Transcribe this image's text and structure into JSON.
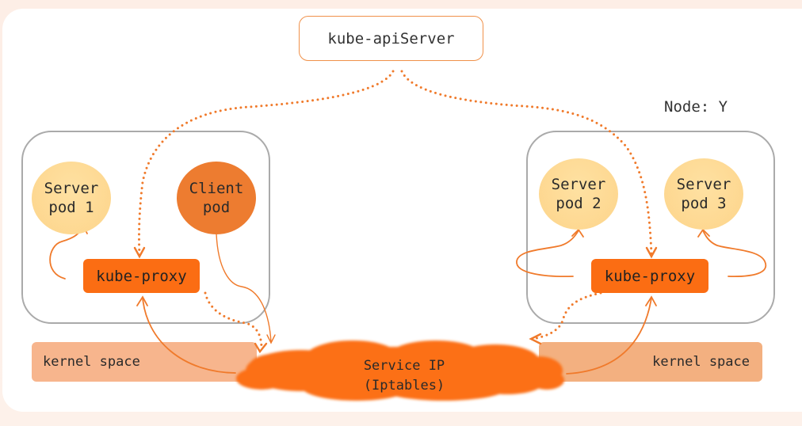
{
  "api_server": {
    "label": "kube-apiServer"
  },
  "nodes": [
    {
      "id": "left",
      "label": "",
      "pods": [
        {
          "type": "server",
          "line1": "Server",
          "line2": "pod 1"
        },
        {
          "type": "client",
          "line1": "Client",
          "line2": "pod"
        }
      ],
      "proxy_label": "kube-proxy",
      "kernel_label": "kernel space"
    },
    {
      "id": "right",
      "label": "Node: Y",
      "pods": [
        {
          "type": "server",
          "line1": "Server",
          "line2": "pod 2"
        },
        {
          "type": "server",
          "line1": "Server",
          "line2": "pod 3"
        }
      ],
      "proxy_label": "kube-proxy",
      "kernel_label": "kernel space"
    }
  ],
  "service": {
    "line1": "Service IP",
    "line2": "(Iptables)"
  },
  "colors": {
    "accent": "#f07a2b",
    "proxy": "#fb6d13",
    "client_pod": "#ed7c30",
    "server_pod": "#fdd48a",
    "kernel": "#f7b58d",
    "cloud": "#fc7014",
    "node_border": "#aaaaaa"
  },
  "connections": [
    {
      "from": "kube-apiServer",
      "to": "kube-proxy (left)",
      "style": "dotted"
    },
    {
      "from": "kube-apiServer",
      "to": "kube-proxy (right)",
      "style": "dotted"
    },
    {
      "from": "kube-proxy (left)",
      "to": "Service IP",
      "style": "dotted"
    },
    {
      "from": "kube-proxy (right)",
      "to": "Service IP",
      "style": "dotted"
    },
    {
      "from": "Client pod",
      "to": "Service IP",
      "style": "solid"
    },
    {
      "from": "Service IP",
      "to": "kube-proxy (left)",
      "style": "solid"
    },
    {
      "from": "Service IP",
      "to": "kube-proxy (right)",
      "style": "solid"
    },
    {
      "from": "kube-proxy (left)",
      "to": "Server pod 1",
      "style": "solid"
    },
    {
      "from": "kube-proxy (right)",
      "to": "Server pod 2",
      "style": "solid"
    },
    {
      "from": "kube-proxy (right)",
      "to": "Server pod 3",
      "style": "solid"
    }
  ]
}
